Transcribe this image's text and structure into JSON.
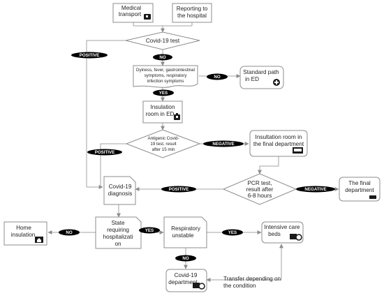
{
  "nodes": {
    "medical_transport": [
      "Medical",
      "transport"
    ],
    "reporting_hospital": [
      "Reporting to",
      "the hospital"
    ],
    "covid_test": [
      "Covid-19 test"
    ],
    "symptoms": [
      "Dyiness, fever, gastrointestinal",
      "symptoms, respiratory",
      "infection symptoms"
    ],
    "standard_path": [
      "Standard path",
      "in ED"
    ],
    "insulation_ed": [
      "Insulation",
      "room in ED"
    ],
    "antigenic_test": [
      "Antigenic Covid-",
      "19 test, result",
      "after 15 min"
    ],
    "insultation_final": [
      "Insultation room in",
      "the final department"
    ],
    "covid_diagnosis": [
      "Covid-19",
      "diagnosis"
    ],
    "pcr_test": [
      "PCR test,",
      "result after",
      "6-8 hours"
    ],
    "final_department": [
      "The final",
      "department"
    ],
    "home_insulation": [
      "Home",
      "insulation"
    ],
    "state_hospitalization": [
      "State",
      "requiring",
      "hospitalizati",
      "on"
    ],
    "respiratory_unstable": [
      "Respiratory",
      "unstable"
    ],
    "intensive_care": [
      "Intensive care",
      "beds"
    ],
    "covid_department": [
      "Covid-19",
      "department"
    ]
  },
  "labels": {
    "positive_test": "POSITIVE",
    "no_test": "NO",
    "no_symptoms": "NO",
    "yes_symptoms": "YES",
    "positive_antigen": "POSITIVE",
    "negative_antigen": "NEGATIVE",
    "positive_pcr": "POSITIVE",
    "negative_pcr": "NEGATIVE",
    "no_state": "NO",
    "yes_state": "YES",
    "yes_resp": "YES",
    "no_resp": "NO"
  },
  "transfer_note": [
    "Transfer depending on",
    "the condition"
  ],
  "icons": {
    "ambulance": "ambulance-icon",
    "medical_cross": "medical-cross-icon",
    "first_aid": "first-aid-kit-icon",
    "bed": "hospital-bed-icon",
    "home": "home-icon",
    "bed_patient": "bed-with-patient-icon"
  }
}
